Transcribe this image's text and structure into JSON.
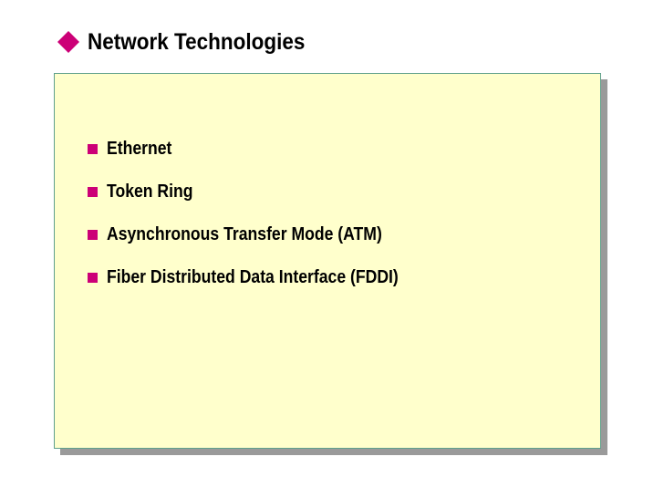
{
  "slide": {
    "title": "Network Technologies",
    "title_icon": "diamond-bullet-icon",
    "accent_color": "#cc0077",
    "panel_color": "#ffffcc",
    "items": [
      {
        "label": "Ethernet"
      },
      {
        "label": "Token Ring"
      },
      {
        "label": "Asynchronous Transfer Mode (ATM)"
      },
      {
        "label": "Fiber Distributed Data Interface (FDDI)"
      }
    ]
  }
}
